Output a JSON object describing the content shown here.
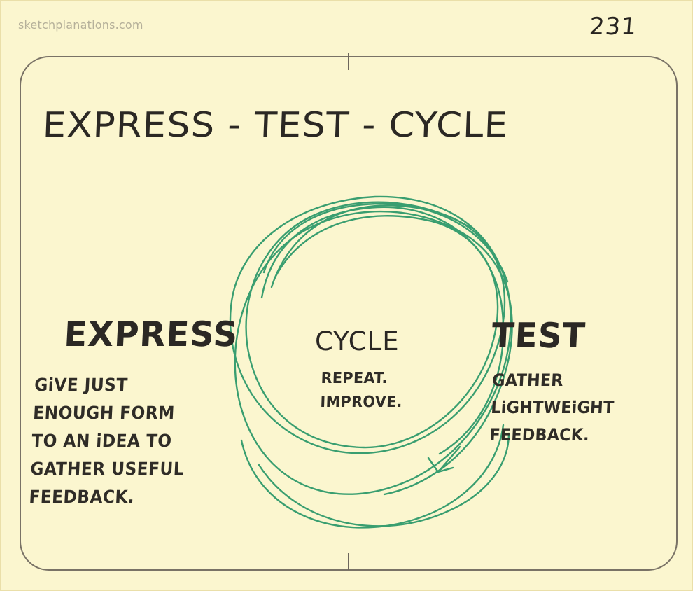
{
  "watermark": "sketchplanations.com",
  "page_number": "231",
  "title": "EXPRESS - TEST - CYCLE",
  "express": {
    "heading": "EXPRESS",
    "lines": [
      "GiVE JUST",
      "ENOUGH FORM",
      "TO AN iDEA TO",
      "GATHER USEFUL",
      "FEEDBACK."
    ]
  },
  "cycle": {
    "heading": "CYCLE",
    "lines": [
      "REPEAT.",
      "IMPROVE."
    ]
  },
  "test": {
    "heading": "TEST",
    "lines": [
      "GATHER",
      "LiGHTWEiGHT",
      "FEEDBACK."
    ]
  },
  "colors": {
    "background": "#fbf6cf",
    "frame": "#797266",
    "ink": "#2b2824",
    "cycle_green": "#2f9a6b",
    "watermark": "#b5b09a"
  }
}
